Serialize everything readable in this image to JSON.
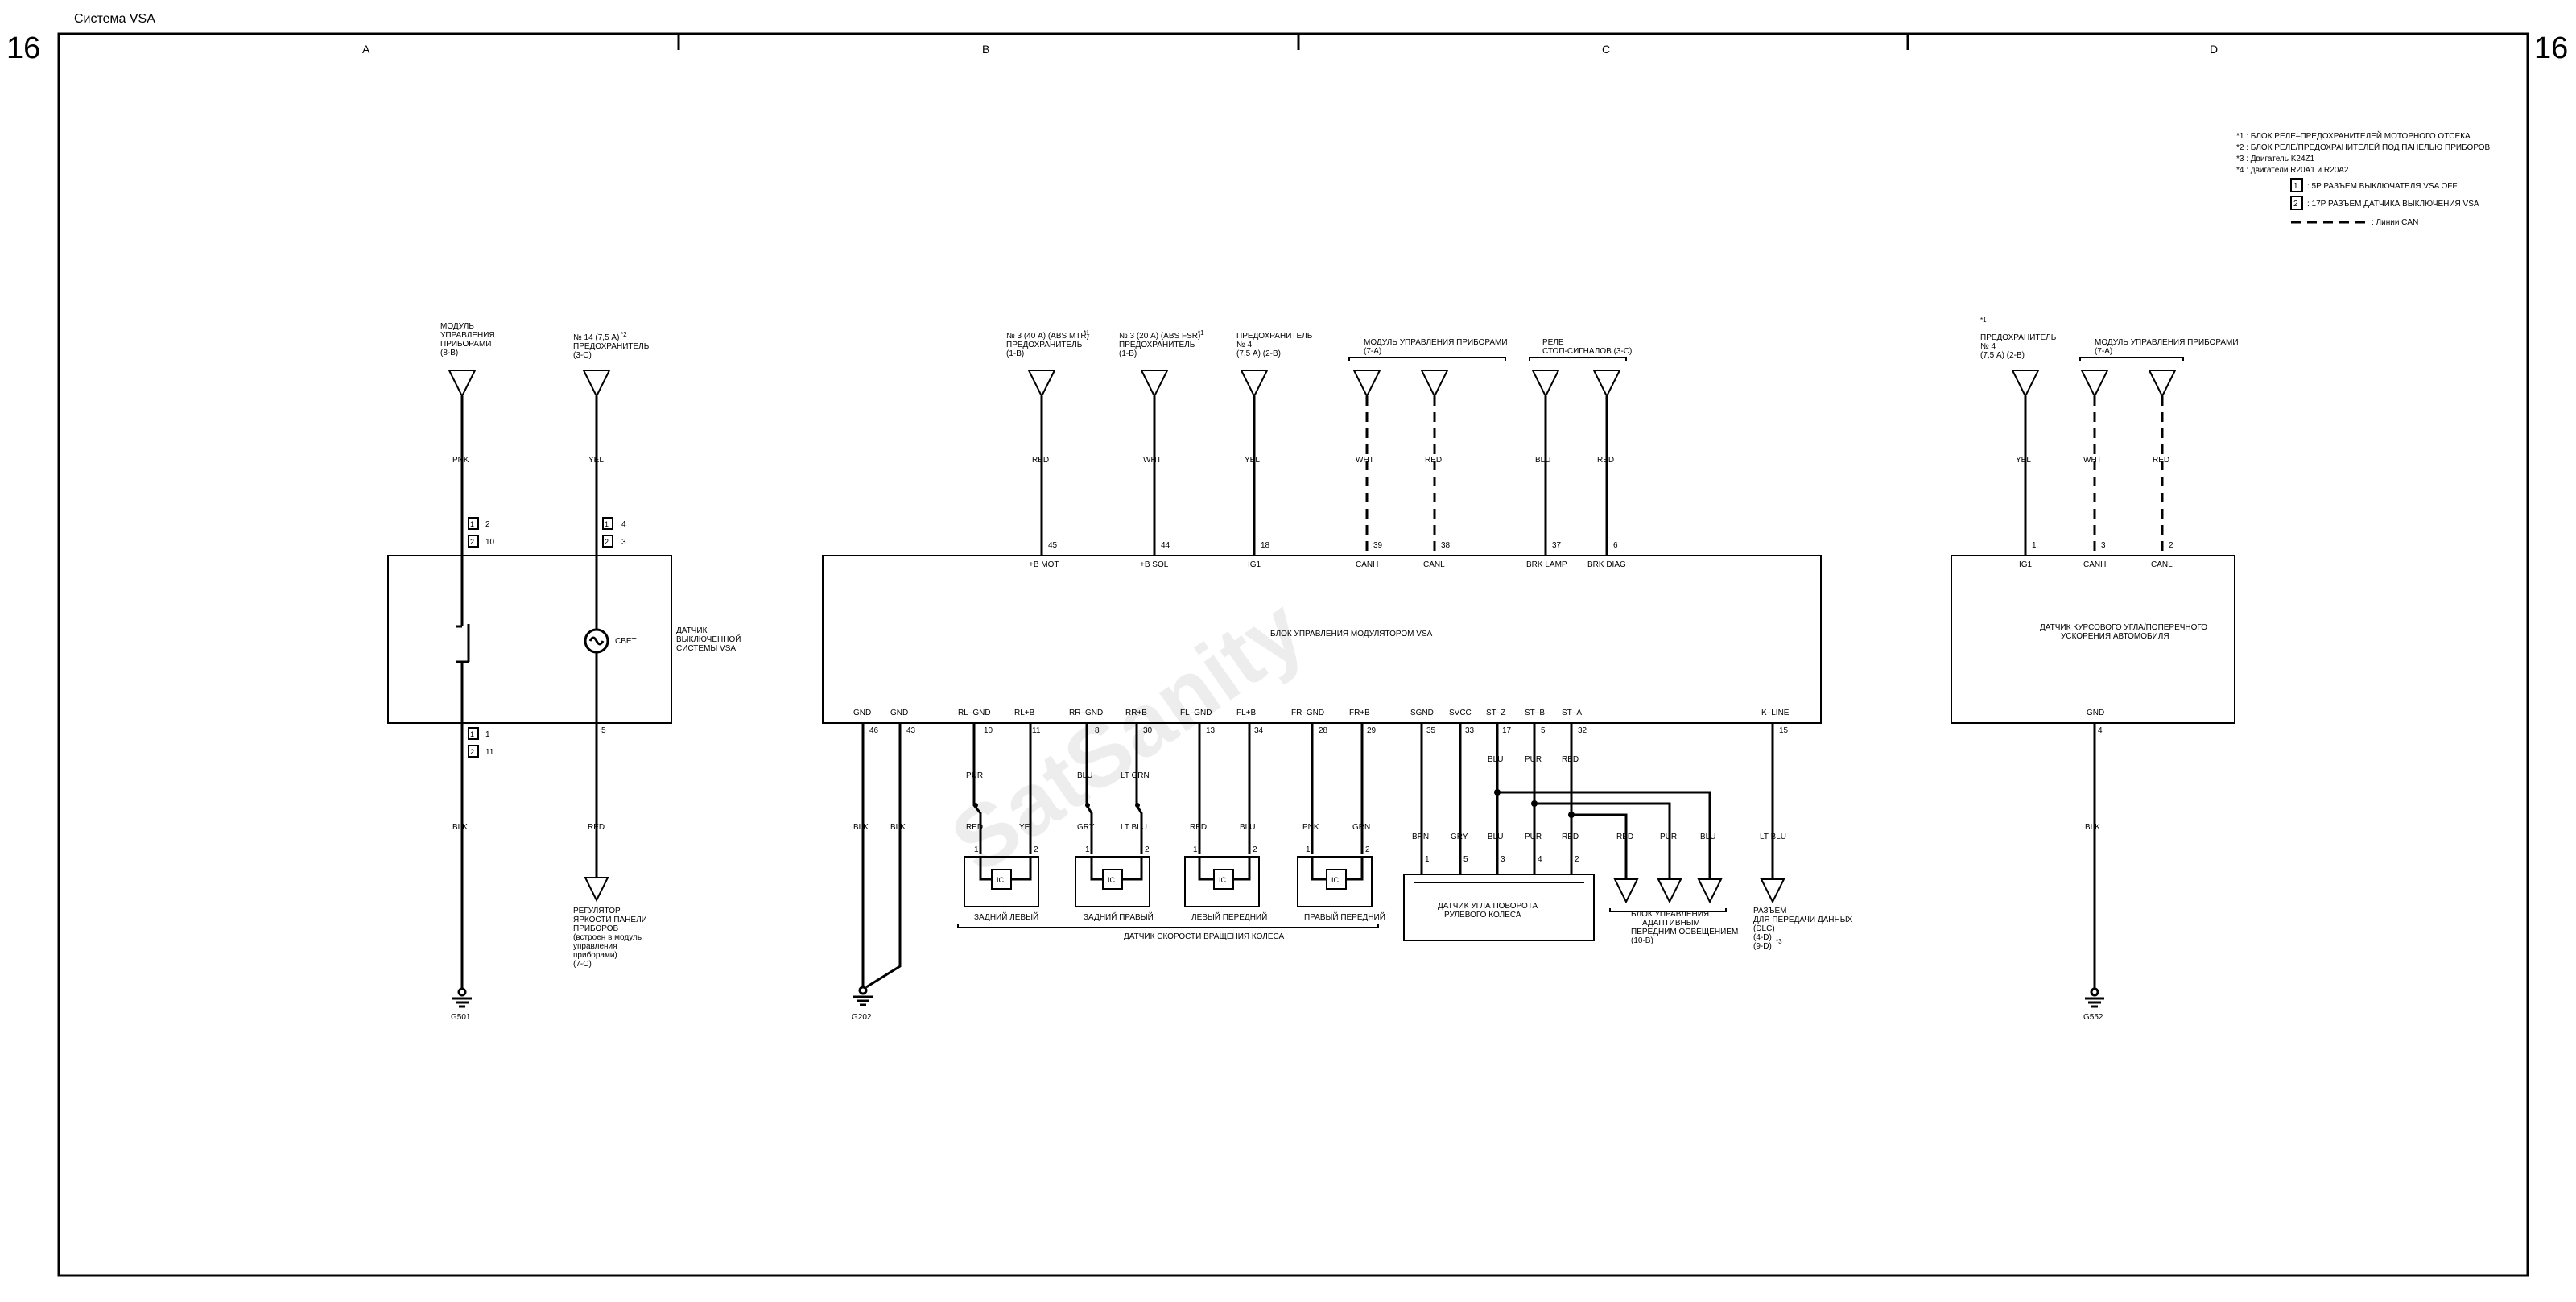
{
  "header": {
    "title": "Система VSA",
    "page_number": "16"
  },
  "sections": [
    "A",
    "B",
    "C",
    "D"
  ],
  "legend": {
    "notes": [
      "*1 : БЛОК РЕЛЕ–ПРЕДОХРАНИТЕЛЕЙ МОТОРНОГО ОТСЕКА",
      "*2 : БЛОК РЕЛЕ/ПРЕДОХРАНИТЕЛЕЙ ПОД ПАНЕЛЬЮ ПРИБОРОВ",
      "*3 : Двигатель K24Z1",
      "*4 : двигатели R20A1 и R20A2"
    ],
    "box1_num": "1",
    "box1_text": ": 5P РАЗЪЕМ ВЫКЛЮЧАТЕЛЯ VSA OFF",
    "box2_num": "2",
    "box2_text": ": 17P РАЗЪЕМ ДАТЧИКА ВЫКЛЮЧЕНИЯ VSA",
    "can_text": ": Линии CAN"
  },
  "part_a": {
    "src1": [
      "МОДУЛЬ",
      "УПРАВЛЕНИЯ",
      "ПРИБОРАМИ",
      "(8-B)"
    ],
    "src2": [
      "№ 14 (7,5 А)",
      "ПРЕДОХРАНИТЕЛЬ",
      "(3-C)"
    ],
    "src2_note": "*2",
    "wire1": "PNK",
    "wire2": "YEL",
    "pin_1_2": "2",
    "pin_2_10": "10",
    "pin_1_4": "4",
    "pin_2_3": "3",
    "pin_1_1": "1",
    "pin_2_11": "11",
    "pin_5": "5",
    "lamp": "СВЕТ",
    "device": [
      "ДАТЧИК",
      "ВЫКЛЮЧЕННОЙ",
      "СИСТЕМЫ VSA"
    ],
    "wire3": "BLK",
    "wire4": "RED",
    "ground": "G501",
    "dimmer": [
      "РЕГУЛЯТОР",
      "ЯРКОСТИ ПАНЕЛИ",
      "ПРИБОРОВ",
      "(встроен в модуль",
      "управления",
      "приборами)",
      "(7-C)"
    ]
  },
  "part_b": {
    "src1": [
      "№ 3 (40 А) (ABS MTR)",
      "ПРЕДОХРАНИТЕЛЬ",
      "(1-B)"
    ],
    "src1_note": "*1",
    "src2": [
      "№ 3 (20 А) (ABS FSR)",
      "ПРЕДОХРАНИТЕЛЬ",
      "(1-B)"
    ],
    "src2_note": "*1",
    "src3": [
      "ПРЕДОХРАНИТЕЛЬ",
      "№ 4",
      "(7,5 А) (2-B)"
    ],
    "src4": [
      "МОДУЛЬ УПРАВЛЕНИЯ ПРИБОРАМИ",
      "(7-A)"
    ],
    "src5": [
      "РЕЛЕ",
      "СТОП-СИГНАЛОВ (3-C)"
    ],
    "top_wires": [
      "RED",
      "WHT",
      "YEL",
      "WHT",
      "RED",
      "BLU",
      "RED"
    ],
    "top_pins": [
      "45",
      "44",
      "18",
      "39",
      "38",
      "37",
      "6"
    ],
    "top_labels": [
      "+B MOT",
      "+B SOL",
      "IG1",
      "CANH",
      "CANL",
      "BRK LAMP",
      "BRK DIAG"
    ],
    "unit": "БЛОК УПРАВЛЕНИЯ МОДУЛЯТОРОМ VSA",
    "bottom_labels": [
      "GND",
      "GND",
      "RL–GND",
      "RL+B",
      "RR–GND",
      "RR+B",
      "FL–GND",
      "FL+B",
      "FR–GND",
      "FR+B",
      "SGND",
      "SVCC",
      "ST–Z",
      "ST–B",
      "ST–A",
      "K–LINE"
    ],
    "bottom_pins": [
      "46",
      "43",
      "10",
      "11",
      "8",
      "30",
      "13",
      "34",
      "28",
      "29",
      "35",
      "33",
      "17",
      "5",
      "32",
      "15"
    ],
    "mid_wires": [
      "PUR",
      "BLU",
      "LT GRN",
      "BLU",
      "PUR",
      "RED"
    ],
    "wires_low": [
      "BLK",
      "BLK",
      "RED",
      "YEL",
      "GRY",
      "LT BLU",
      "RED",
      "BLU",
      "PNK",
      "GRN",
      "BRN",
      "GRY",
      "BLU",
      "PUR",
      "RED",
      "RED",
      "PUR",
      "BLU",
      "LT BLU"
    ],
    "sensor_pin_1": "1",
    "sensor_pin_2": "2",
    "ic": "IC",
    "sensors": [
      "ЗАДНИЙ ЛЕВЫЙ",
      "ЗАДНИЙ ПРАВЫЙ",
      "ЛЕВЫЙ ПЕРЕДНИЙ",
      "ПРАВЫЙ ПЕРЕДНИЙ"
    ],
    "sensor_group": "ДАТЧИК СКОРОСТИ ВРАЩЕНИЯ КОЛЕСА",
    "steer_pins": [
      "1",
      "5",
      "3",
      "4",
      "2"
    ],
    "steer": [
      "ДАТЧИК УГЛА ПОВОРОТА",
      "РУЛЕВОГО КОЛЕСА"
    ],
    "afs": [
      "БЛОК УПРАВЛЕНИЯ",
      "АДАПТИВНЫМ",
      "ПЕРЕДНИМ ОСВЕЩЕНИЕМ",
      "(10-B)"
    ],
    "dlc": [
      "РАЗЪЕМ",
      "ДЛЯ ПЕРЕДАЧИ ДАННЫХ",
      "(DLC)",
      "(4-D)",
      "(9-D)"
    ],
    "dlc_note": "*3",
    "ground": "G202"
  },
  "part_d": {
    "src1": [
      "ПРЕДОХРАНИТЕЛЬ",
      "№ 4",
      "(7,5 А) (2-B)"
    ],
    "src1_note": "*1",
    "src2": [
      "МОДУЛЬ УПРАВЛЕНИЯ ПРИБОРАМИ",
      "(7-A)"
    ],
    "wires": [
      "YEL",
      "WHT",
      "RED"
    ],
    "pins": [
      "1",
      "3",
      "2"
    ],
    "labels": [
      "IG1",
      "CANH",
      "CANL"
    ],
    "unit": [
      "ДАТЧИК КУРСОВОГО УГЛА/ПОПЕРЕЧНОГО",
      "УСКОРЕНИЯ АВТОМОБИЛЯ"
    ],
    "gnd": "GND",
    "gnd_pin": "4",
    "wire": "BLK",
    "ground": "G552"
  },
  "watermark": "SatSanity"
}
